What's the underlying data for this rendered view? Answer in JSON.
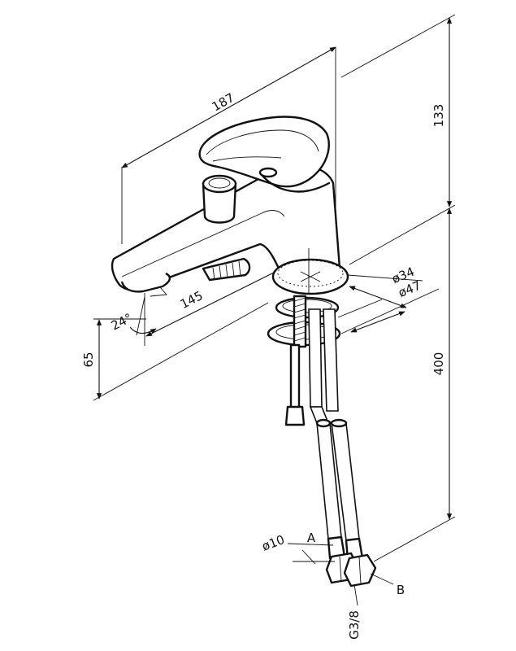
{
  "dimensions": {
    "total_length": "187",
    "total_height": "133",
    "spout_reach": "145",
    "spout_height": "65",
    "hose_length": "400",
    "spout_angle": "24°",
    "mount_small_dia": "ø34",
    "mount_large_dia": "ø47",
    "rod_dia": "ø10"
  },
  "connectors": {
    "label_a": "A",
    "label_b": "B",
    "thread": "G3/8"
  }
}
